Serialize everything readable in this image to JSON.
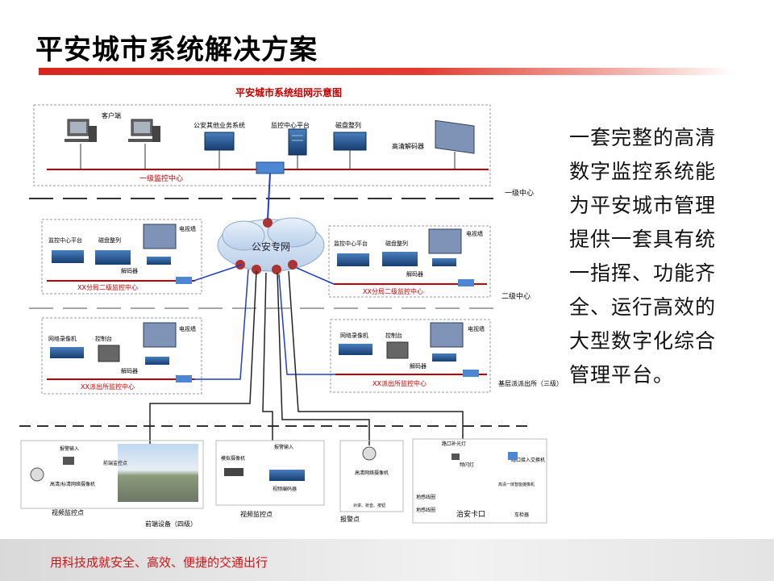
{
  "slide": {
    "title": "平安城市系统解决方案",
    "description_lines": [
      "一套完整的高清",
      "数字监控系统能",
      "为平安城市管理",
      "提供一套具有统",
      "一指挥、功能齐",
      "全、运行高效的",
      "大型数字化综合",
      "管理平台。"
    ],
    "footer": "用科技成就安全、高效、便捷的交通出行"
  },
  "diagram": {
    "title": "平安城市系统组网示意图",
    "cloud": "公安专网",
    "level_labels": [
      "一级中心",
      "二级中心",
      "基层派派出所（三级）"
    ],
    "level1": {
      "name": "一级监控中心",
      "devices": [
        "客户端",
        "公安其他业务系统",
        "监控中心平台",
        "磁盘整列",
        "高清解码器"
      ]
    },
    "level2_left": {
      "name": "XX分局二级监控中心",
      "devices": [
        "监控中心平台",
        "磁盘整列",
        "解码器",
        "电视墙"
      ]
    },
    "level2_right": {
      "name": "XX分局二级监控中心",
      "devices": [
        "监控中心平台",
        "磁盘整列",
        "解码器",
        "电视墙"
      ]
    },
    "level3_left": {
      "name": "XX派出所监控中心",
      "devices": [
        "网络录像机",
        "控制台",
        "解码器",
        "电视墙"
      ]
    },
    "level3_right": {
      "name": "XX派出所监控中心",
      "devices": [
        "网络录像机",
        "控制台",
        "解码器",
        "电视墙"
      ]
    },
    "front": {
      "group_label": "前端设备（四级）",
      "box1": {
        "label": "视频监控点",
        "items": [
          "报警输入",
          "高清/标清网络摄像机",
          "前端监控点"
        ]
      },
      "box2": {
        "label": "视频监控点",
        "items": [
          "模拟摄像机",
          "报警输入",
          "视频编码器"
        ]
      },
      "box3": {
        "label": "报警点",
        "items": [
          "高清网络摄像机",
          "对讲、抢音、按钮"
        ]
      },
      "box4": {
        "label": "治安卡口",
        "items": [
          "路口补光灯",
          "频闪灯",
          "路口接入交换机",
          "高清一体智能摄像机",
          "地感线圈",
          "地感线圈",
          "车检器"
        ]
      }
    }
  },
  "colors": {
    "accent": "#d8261f",
    "line_red": "#c00000",
    "line_blue": "#1f3fbf",
    "device_blue": "#1b4f8a"
  }
}
